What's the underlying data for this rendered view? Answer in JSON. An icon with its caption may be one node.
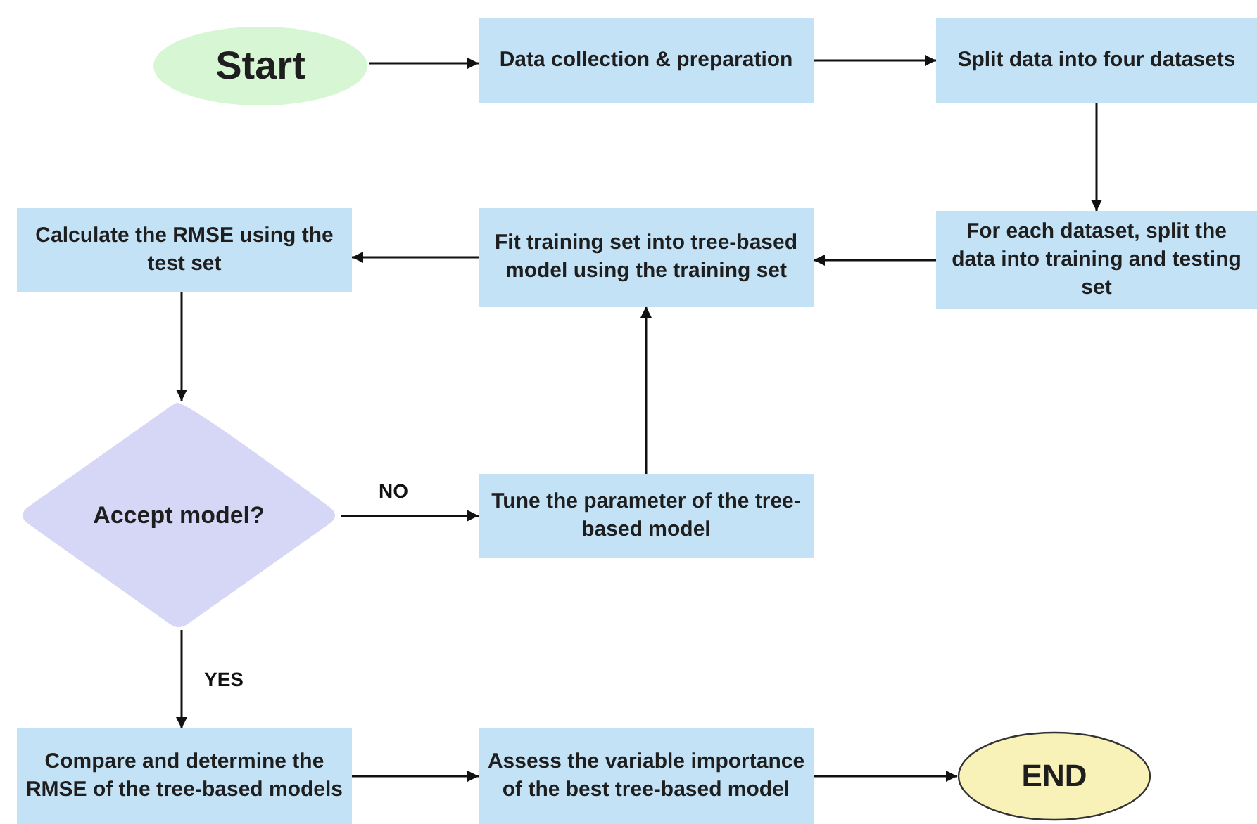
{
  "diagram": {
    "nodes": [
      {
        "text": [
          "Start"
        ]
      },
      {
        "text": [
          "Data collection & preparation"
        ]
      },
      {
        "text": [
          "Split data into four datasets"
        ]
      },
      {
        "text": [
          "For each dataset, split the data into training and testing set"
        ]
      },
      {
        "text": [
          "Fit training set into tree-based model using the training set"
        ]
      },
      {
        "text": [
          "Calculate the RMSE using the test set"
        ]
      },
      {
        "text": [
          "Accept model?"
        ]
      },
      {
        "text": [
          "Tune the parameter of the tree-based model"
        ]
      },
      {
        "text": [
          "Compare and determine the RMSE of the tree-based models"
        ]
      },
      {
        "text": [
          "Assess the variable importance of the best tree-based model"
        ]
      },
      {
        "text": [
          "END"
        ]
      }
    ],
    "edges": [
      {
        "from": 0,
        "to": 1,
        "arrow": "to"
      },
      {
        "from": 1,
        "to": 2,
        "arrow": "to"
      },
      {
        "from": 2,
        "to": 3,
        "arrow": "to"
      },
      {
        "from": 3,
        "to": 4,
        "arrow": "to"
      },
      {
        "from": 4,
        "to": 5,
        "arrow": "to"
      },
      {
        "from": 5,
        "to": 6,
        "arrow": "to"
      },
      {
        "from": 6,
        "to": 7,
        "arrow": "to",
        "label": "NO"
      },
      {
        "from": 7,
        "to": 4,
        "arrow": "to"
      },
      {
        "from": 6,
        "to": 8,
        "arrow": "to",
        "label": "YES"
      },
      {
        "from": 8,
        "to": 9,
        "arrow": "to"
      },
      {
        "from": 9,
        "to": 10,
        "arrow": "to"
      }
    ]
  }
}
